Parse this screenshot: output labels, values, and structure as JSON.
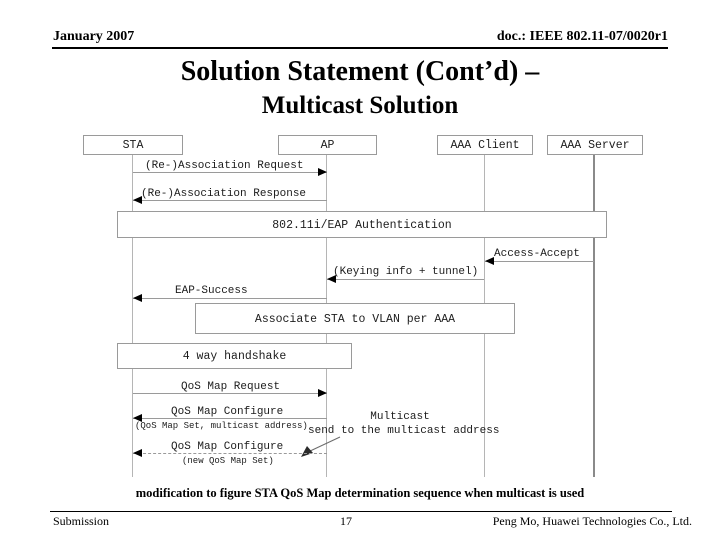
{
  "header": {
    "date": "January 2007",
    "doc": "doc.: IEEE 802.11-07/0020r1"
  },
  "title": {
    "line1": "Solution Statement (Cont’d) –",
    "line2": "Multicast Solution"
  },
  "diagram": {
    "actors": [
      {
        "label": "STA"
      },
      {
        "label": "AP"
      },
      {
        "label": "AAA Client"
      },
      {
        "label": "AAA Server"
      }
    ],
    "messages": [
      {
        "label": "(Re-)Association Request",
        "from": "STA",
        "to": "AP"
      },
      {
        "label": "(Re-)Association Response",
        "from": "AP",
        "to": "STA"
      },
      {
        "label": "Access-Accept",
        "from": "AAA Server",
        "to": "AAA Client"
      },
      {
        "label": "(Keying info + tunnel)",
        "from": "AAA Client",
        "to": "AP"
      },
      {
        "label": "EAP-Success",
        "from": "AP",
        "to": "STA"
      },
      {
        "label": "QoS Map Request",
        "from": "STA",
        "to": "AP"
      },
      {
        "label": "QoS Map Configure",
        "sublabel": "(QoS Map Set, multicast address)",
        "from": "AP",
        "to": "STA"
      },
      {
        "label": "QoS Map Configure",
        "sublabel": "(new QoS Map Set)",
        "from": "AP",
        "to": "STA"
      }
    ],
    "spans": [
      {
        "label": "802.11i/EAP Authentication"
      },
      {
        "label": "Associate STA to VLAN per AAA"
      },
      {
        "label": "4 way handshake"
      }
    ],
    "note": {
      "line1": "Multicast",
      "line2": "send to the multicast address"
    },
    "colors": {
      "line_gray": "#9a9a9a",
      "arrowhead_black": "#000000"
    }
  },
  "caption": "modification to figure STA QoS Map determination sequence when multicast is used",
  "footer": {
    "left": "Submission",
    "page": "17",
    "right": "Peng Mo, Huawei Technologies Co., Ltd."
  }
}
